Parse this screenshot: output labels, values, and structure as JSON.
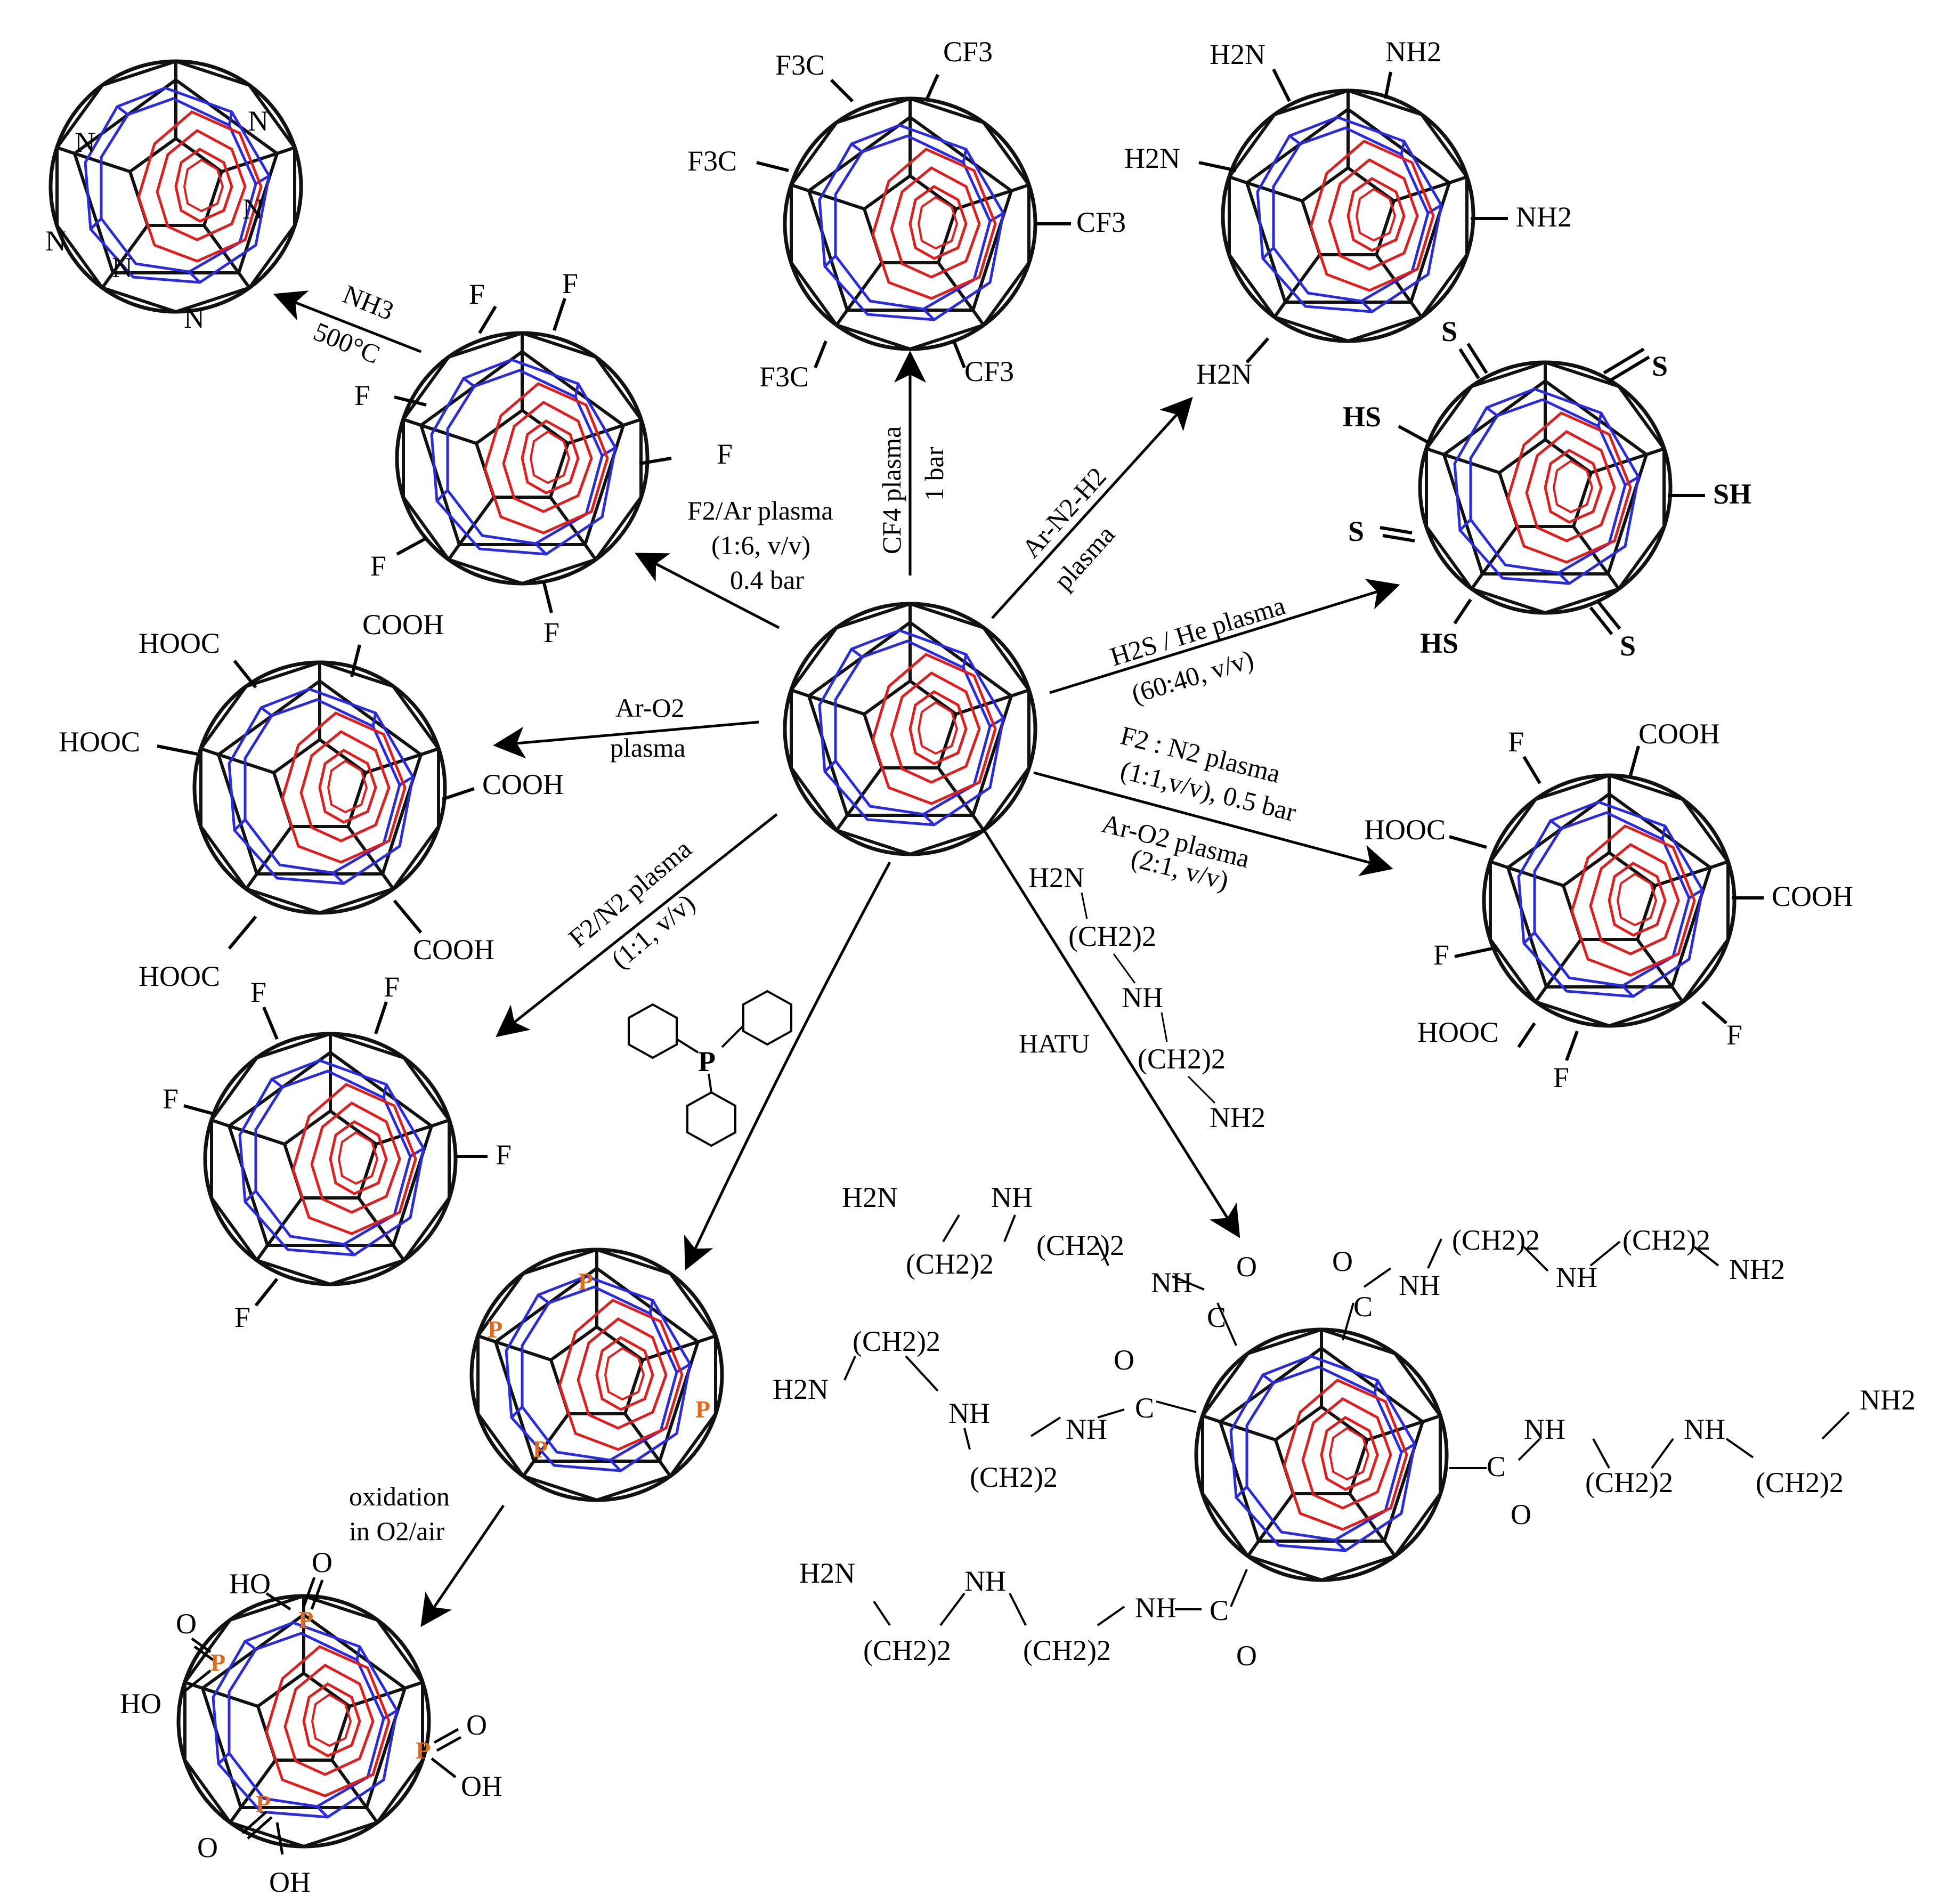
{
  "colors": {
    "outer": "#111111",
    "mid": "#2a2ae0",
    "inner": "#e01e1e",
    "phosphorus": "#e06a1b"
  },
  "conditions": {
    "f2ar": [
      "F2/Ar plasma",
      "(1:6, v/v)",
      "0.4 bar"
    ],
    "cf4": [
      "CF4 plasma",
      "1 bar"
    ],
    "arn2h2": [
      "Ar-N2-H2",
      "plasma"
    ],
    "h2she": [
      "H2S / He plasma",
      "(60:40, v/v)"
    ],
    "aro2": [
      "Ar-O2",
      "plasma"
    ],
    "f2n2_aro2": [
      "F2 : N2 plasma",
      "(1:1,v/v), 0.5 bar",
      "Ar-O2 plasma",
      "(2:1, v/v)"
    ],
    "f2n2": [
      "F2/N2 plasma",
      "(1:1, v/v)"
    ],
    "nh3": [
      "NH3",
      "500°C"
    ],
    "hatu": "HATU",
    "oxidation": [
      "oxidation",
      "in O2/air"
    ]
  },
  "reagent_amine": [
    "H2N",
    "(CH2)2",
    "NH",
    "(CH2)2",
    "NH2"
  ],
  "triphenylphosphine_atom": "P",
  "atoms": {
    "F": "F",
    "N": "N",
    "S": "S",
    "P": "P",
    "CF3": "CF3",
    "F3C": "F3C",
    "NH2": "NH2",
    "H2N": "H2N",
    "HS": "HS",
    "SH": "SH",
    "COOH": "COOH",
    "HOOC": "HOOC",
    "O": "O",
    "HO": "HO",
    "OH": "OH",
    "C": "C",
    "NH": "NH",
    "CH2_2": "(CH2)2"
  }
}
